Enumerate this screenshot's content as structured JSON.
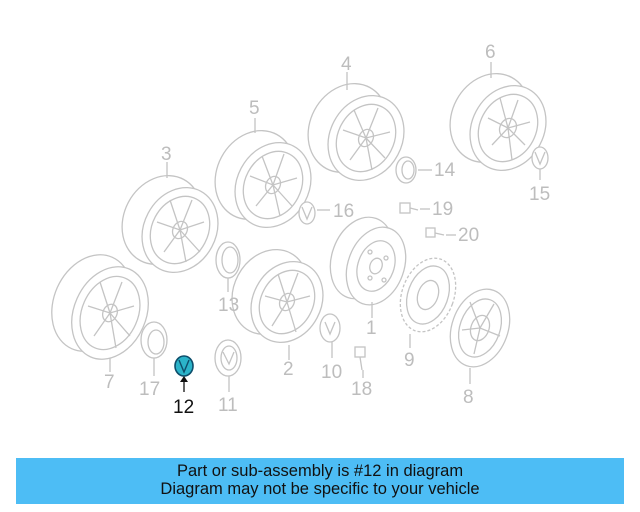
{
  "parts": [
    {
      "label": "1",
      "name": "steel-wheel"
    },
    {
      "label": "2",
      "name": "alloy-wheel-5-spoke"
    },
    {
      "label": "3",
      "name": "alloy-wheel-6-spoke"
    },
    {
      "label": "4",
      "name": "alloy-wheel-multi-spoke"
    },
    {
      "label": "5",
      "name": "alloy-wheel-split-spoke"
    },
    {
      "label": "6",
      "name": "alloy-wheel-mesh"
    },
    {
      "label": "7",
      "name": "alloy-wheel-mesh-large"
    },
    {
      "label": "8",
      "name": "wheel-cover-large"
    },
    {
      "label": "9",
      "name": "wheel-cover"
    },
    {
      "label": "10",
      "name": "center-cap"
    },
    {
      "label": "11",
      "name": "center-cap"
    },
    {
      "label": "12",
      "name": "emblem-cap",
      "highlighted": true
    },
    {
      "label": "13",
      "name": "center-cap"
    },
    {
      "label": "14",
      "name": "center-cap"
    },
    {
      "label": "15",
      "name": "emblem-cap"
    },
    {
      "label": "16",
      "name": "emblem-cap"
    },
    {
      "label": "17",
      "name": "center-cap"
    },
    {
      "label": "18",
      "name": "valve-stem"
    },
    {
      "label": "19",
      "name": "lug-bolt"
    },
    {
      "label": "20",
      "name": "lug-bolt"
    }
  ],
  "banner": {
    "line1": "Part or sub-assembly is #12 in diagram",
    "line2": "Diagram may not be specific to your vehicle"
  },
  "colors": {
    "banner": "#4dbdf5",
    "highlight_part": "#2bb3c9",
    "line_art": "#c4c4c4"
  }
}
